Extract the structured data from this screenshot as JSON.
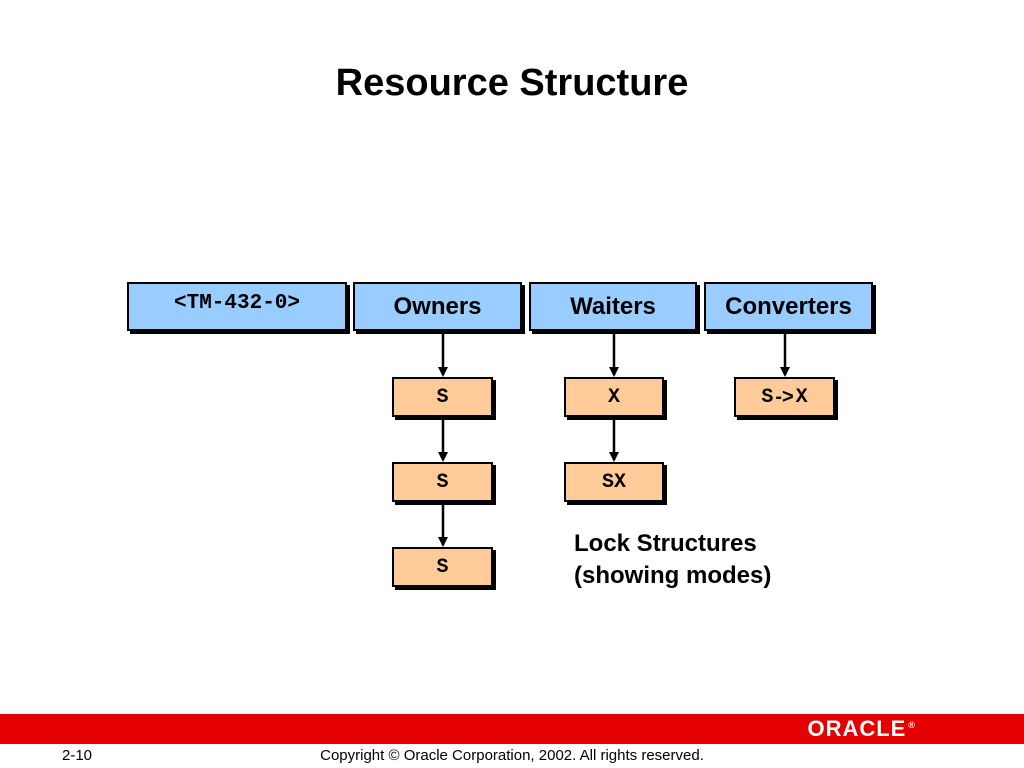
{
  "title": "Resource Structure",
  "resource_header": {
    "name": "<TM-432-0>",
    "owners_label": "Owners",
    "waiters_label": "Waiters",
    "converters_label": "Converters"
  },
  "owners": [
    "S",
    "S",
    "S"
  ],
  "waiters": [
    "X",
    "SX"
  ],
  "converters": [
    {
      "from": "S",
      "arrow": "->",
      "to": "X"
    }
  ],
  "caption": {
    "line1": "Lock Structures",
    "line2": "(showing modes)"
  },
  "footer": {
    "page_number": "2-10",
    "copyright": "Copyright © Oracle Corporation, 2002. All rights reserved.",
    "logo_text": "ORACLE",
    "logo_mark": "®"
  },
  "colors": {
    "header_fill": "#99ccff",
    "lock_fill": "#ffcc99",
    "footer_bar": "#e50000"
  }
}
